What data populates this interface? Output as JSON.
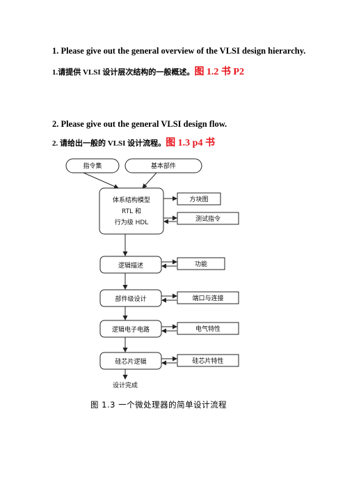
{
  "q1": {
    "en": "1. Please give out the general overview of the VLSI design hierarchy.",
    "zh": "1.请提供 VLSI 设计层次结构的一般概述。",
    "ref": "图 1.2 书 P2"
  },
  "q2": {
    "en": "2. Please give out the general VLSI design flow.",
    "zh": "2.  请给出一般的  VLSI 设计流程。",
    "ref": "图  1.3 p4 书"
  },
  "flow": {
    "instruction_set": "指令集",
    "basic_components": "基本部件",
    "arch_line1": "体系结构模型",
    "arch_line2": "RTL 和",
    "arch_line3": "行为级 HDL",
    "block_diagram": "方块图",
    "test_instructions": "测试指令",
    "logic_description": "逻辑描述",
    "function": "功能",
    "component_design": "部件级设计",
    "ports_connections": "端口与连接",
    "logic_circuit": "逻辑电子电路",
    "electrical_characteristics": "电气特性",
    "chip_logic": "硅芯片逻辑",
    "chip_characteristics": "硅芯片特性",
    "design_complete": "设计完成",
    "caption": "图 1.3   一个微处理器的简单设计流程"
  }
}
